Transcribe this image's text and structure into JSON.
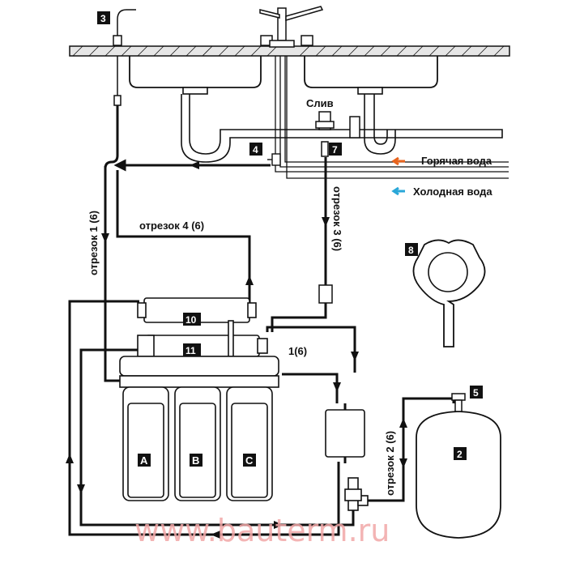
{
  "labels": {
    "drain": "Слив",
    "hot_water": "Горячая вода",
    "cold_water": "Холодная вода",
    "segment_1": "отрезок 1 (6)",
    "segment_2": "отрезок 2 (6)",
    "segment_3": "отрезок 3 (6)",
    "segment_4": "отрезок 4 (6)",
    "segment_inlet": "1(6)"
  },
  "badges": {
    "b2": "2",
    "b3": "3",
    "b4": "4",
    "b5": "5",
    "b7": "7",
    "b8": "8",
    "b10": "10",
    "b11": "11"
  },
  "filters": {
    "a": "A",
    "b": "B",
    "c": "C"
  },
  "watermark": "www.bauterm.ru",
  "colors": {
    "hot": "#e8641e",
    "cold": "#2aa7d8",
    "line": "#111111",
    "badge_bg": "#111111",
    "watermark": "#f2a7a7"
  }
}
